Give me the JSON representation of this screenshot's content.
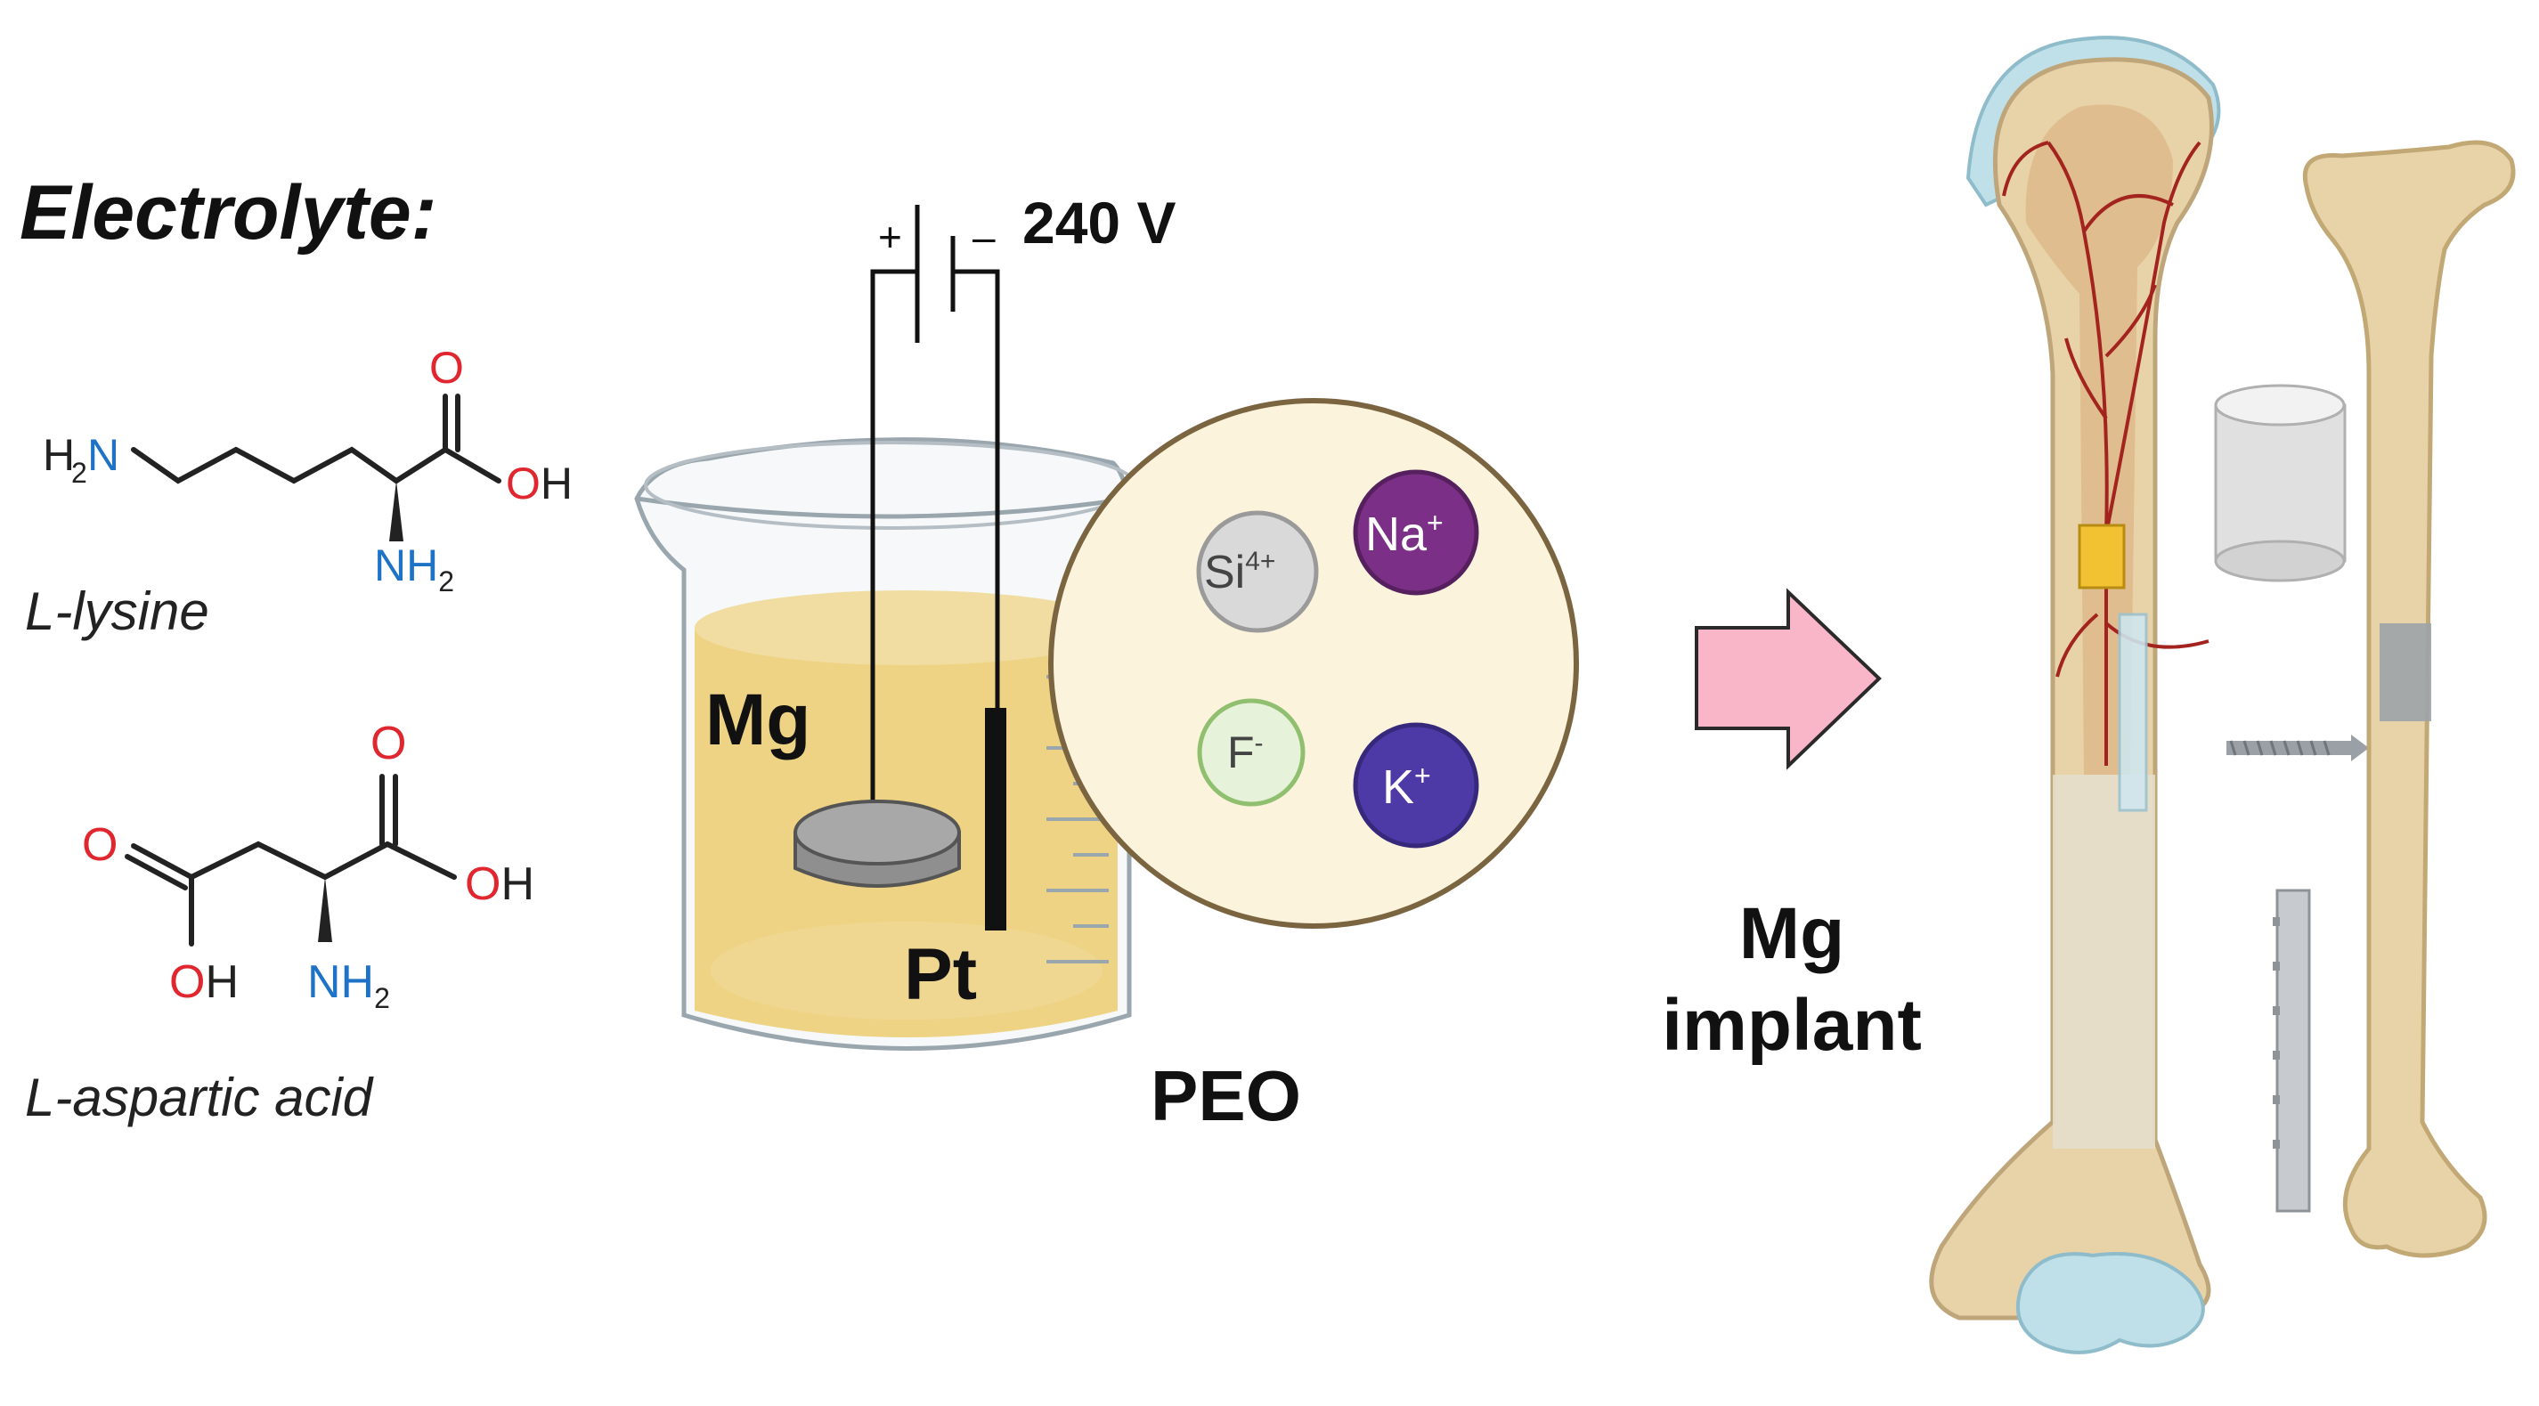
{
  "title": "Electrolyte:",
  "molecules": [
    {
      "name": "L-lysine",
      "groups": {
        "amine_left": "H2N",
        "oxo": "O",
        "hydroxyl": "OH",
        "amine": "NH2"
      }
    },
    {
      "name": "L-aspartic acid",
      "groups": {
        "oxo_left": "O",
        "oxo_right": "O",
        "hydroxyl_right": "OH",
        "hydroxyl_left": "OH",
        "amine": "NH2"
      }
    }
  ],
  "circuit": {
    "plus": "+",
    "minus": "–",
    "voltage": "240 V"
  },
  "electrodes": {
    "anode": "Mg",
    "cathode": "Pt"
  },
  "ions": [
    {
      "label": "Si",
      "charge": "4+",
      "color": "#d9d9d9"
    },
    {
      "label": "Na",
      "charge": "+",
      "color": "#7b2f86"
    },
    {
      "label": "F",
      "charge": "-",
      "color": "#e6f2d9"
    },
    {
      "label": "K",
      "charge": "+",
      "color": "#4d3aa6"
    }
  ],
  "process_label": "PEO",
  "result_label": "Mg implant",
  "colors": {
    "arrow": "#f9b6c8",
    "electrolyte": "#f3c64c",
    "bone": "#e8d3a8",
    "oxygen": "#e0262e",
    "nitrogen": "#1e73c6"
  }
}
